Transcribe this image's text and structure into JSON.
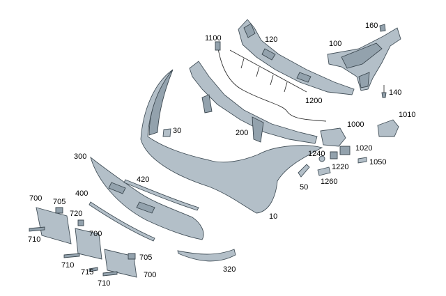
{
  "diagram": {
    "callouts": {
      "c10": "10",
      "c30": "30",
      "c50": "50",
      "c100": "100",
      "c120": "120",
      "c140": "140",
      "c160": "160",
      "c200": "200",
      "c300": "300",
      "c320": "320",
      "c400": "400",
      "c420": "420",
      "c700a": "700",
      "c700b": "700",
      "c700c": "700",
      "c705a": "705",
      "c705b": "705",
      "c710a": "710",
      "c710b": "710",
      "c710c": "710",
      "c715": "715",
      "c720": "720",
      "c1000": "1000",
      "c1010": "1010",
      "c1020": "1020",
      "c1050": "1050",
      "c1100": "1100",
      "c1200": "1200",
      "c1220": "1220",
      "c1240": "1240",
      "c1260": "1260"
    }
  }
}
